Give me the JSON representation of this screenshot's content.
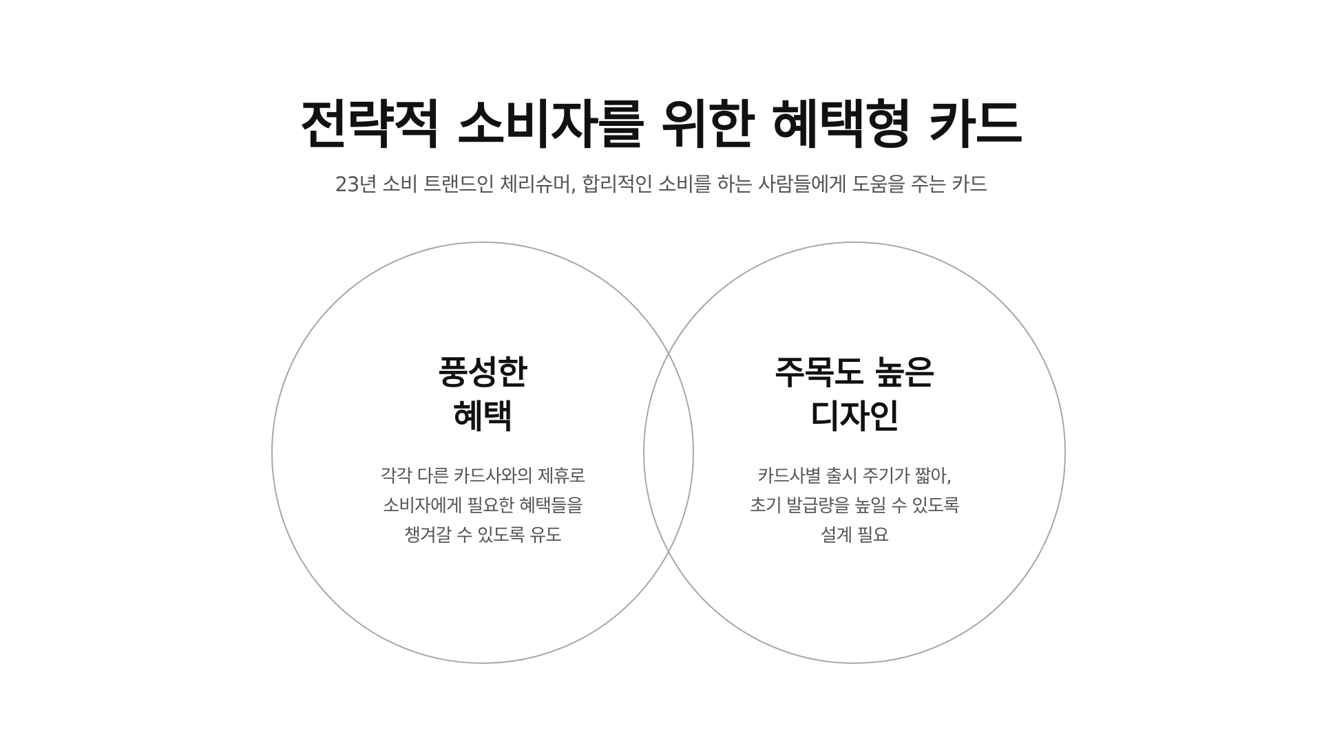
{
  "header": {
    "title": "전략적 소비자를 위한 혜택형 카드",
    "subtitle": "23년 소비 트랜드인 체리슈머, 합리적인 소비를 하는 사람들에게  도움을 주는 카드"
  },
  "diagram": {
    "type": "venn",
    "stroke_color": "#a7a7a7",
    "sets": [
      {
        "title": "풍성한\n혜택",
        "description": "각각 다른 카드사와의 제휴로\n소비자에게 필요한 혜택들을\n챙겨갈 수 있도록 유도"
      },
      {
        "title": "주목도 높은\n디자인",
        "description": "카드사별 출시 주기가 짧아,\n초기 발급량을 높일 수 있도록\n설계 필요"
      }
    ]
  }
}
